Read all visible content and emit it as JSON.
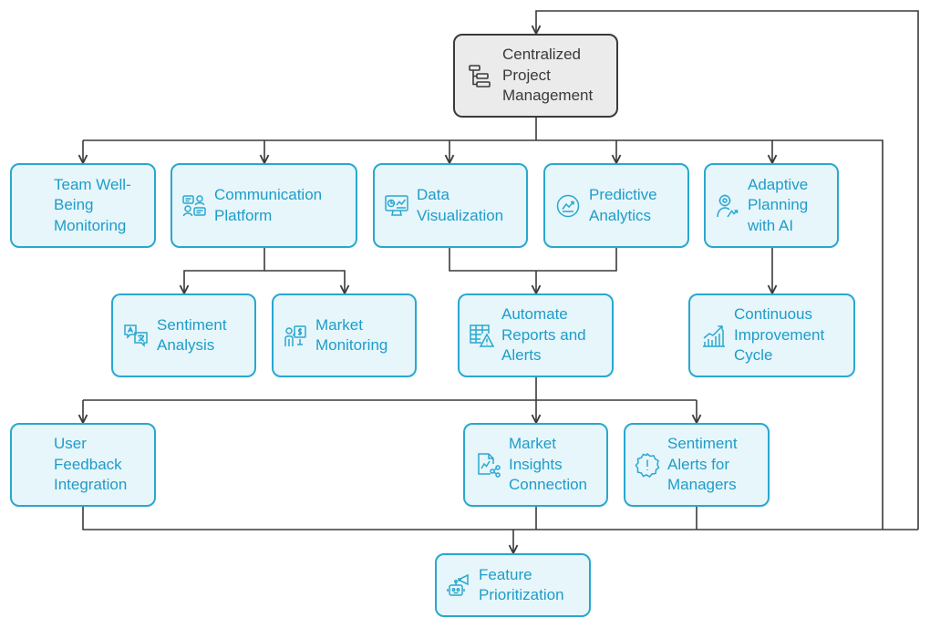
{
  "nodes": {
    "root": {
      "label": "Centralized\nProject\nManagement",
      "icon": "gantt-chart-icon"
    },
    "team": {
      "label": "Team Well-\nBeing\nMonitoring",
      "icon": ""
    },
    "comm": {
      "label": "Communication\nPlatform",
      "icon": "chat-people-icon"
    },
    "dataviz": {
      "label": "Data\nVisualization",
      "icon": "monitor-chart-icon"
    },
    "predictive": {
      "label": "Predictive\nAnalytics",
      "icon": "trend-circle-icon"
    },
    "adaptive": {
      "label": "Adaptive\nPlanning\nwith AI",
      "icon": "ai-person-icon"
    },
    "sentiment": {
      "label": "Sentiment\nAnalysis",
      "icon": "translate-bubbles-icon"
    },
    "market_mon": {
      "label": "Market\nMonitoring",
      "icon": "presenter-dollar-icon"
    },
    "automate": {
      "label": "Automate\nReports and\nAlerts",
      "icon": "table-warning-icon"
    },
    "continuous": {
      "label": "Continuous\nImprovement\nCycle",
      "icon": "growth-bars-icon"
    },
    "user_feedback": {
      "label": "User\nFeedback\nIntegration",
      "icon": ""
    },
    "market_insights": {
      "label": "Market\nInsights\nConnection",
      "icon": "document-network-icon"
    },
    "sentiment_alerts": {
      "label": "Sentiment\nAlerts for\nManagers",
      "icon": "alert-badge-icon"
    },
    "feature": {
      "label": "Feature\nPrioritization",
      "icon": "robot-megaphone-icon"
    }
  },
  "colors": {
    "accent": "#2aa7cf",
    "accent_text": "#1f9cc9",
    "node_fill": "#e6f6fb",
    "root_fill": "#ebebeb",
    "root_border": "#3a3a3a",
    "connector": "#3a3a3a"
  }
}
